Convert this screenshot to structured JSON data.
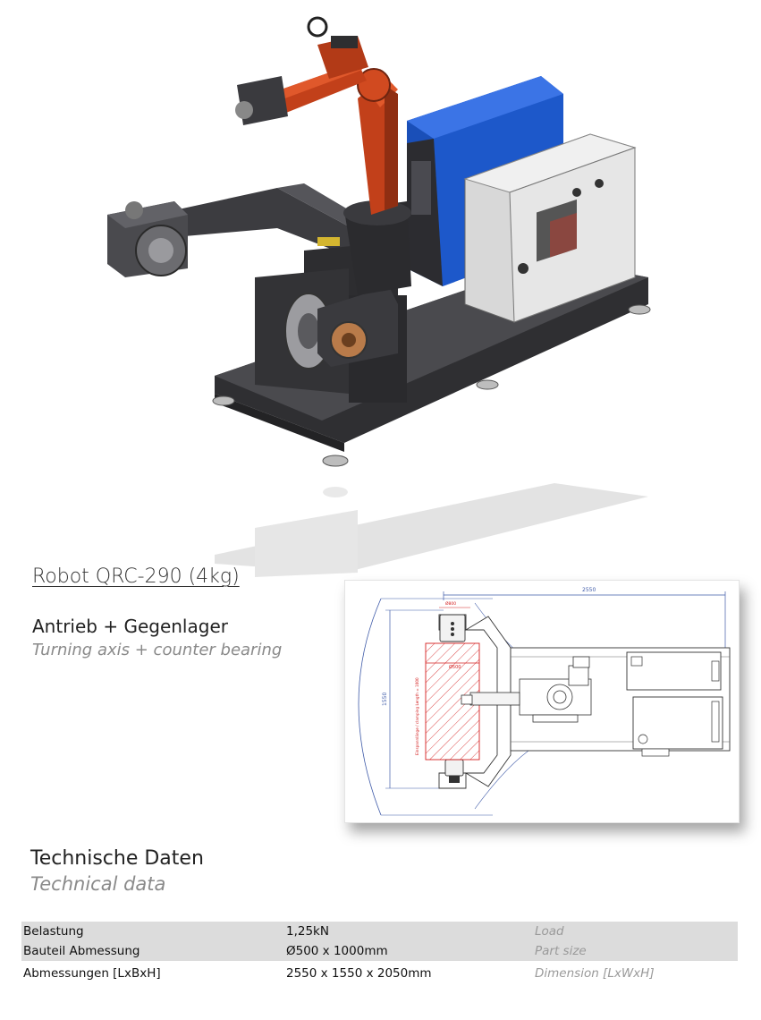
{
  "product": {
    "model_title": "Robot QRC-290 (4kg)"
  },
  "section": {
    "title_de": "Antrieb + Gegenlager",
    "title_en": "Turning axis + counter bearing"
  },
  "drawing": {
    "dim_overall": "2550",
    "dim_width": "1550",
    "dim_diameter": "Ø500",
    "dim_clamp_label": "Einspannlänge / clamping Length = 1000",
    "dim_small": "Ø800"
  },
  "technical": {
    "title_de": "Technische Daten",
    "title_en": "Technical data",
    "rows": [
      {
        "label_de": "Belastung",
        "value": "1,25kN",
        "label_en": "Load"
      },
      {
        "label_de": "Bauteil Abmessung",
        "value": "Ø500 x 1000mm",
        "label_en": "Part size"
      },
      {
        "label_de": "Abmessungen [LxBxH]",
        "value": "2550 x 1550 x 2050mm",
        "label_en": "Dimension [LxWxH]"
      }
    ]
  },
  "colors": {
    "robot_orange": "#c2401a",
    "controller_blue": "#1f5fd6",
    "frame_dark": "#3a3a3d",
    "cabinet_grey": "#e6e6e6",
    "drawing_red": "#d42020",
    "drawing_blue": "#3e5aa8"
  }
}
